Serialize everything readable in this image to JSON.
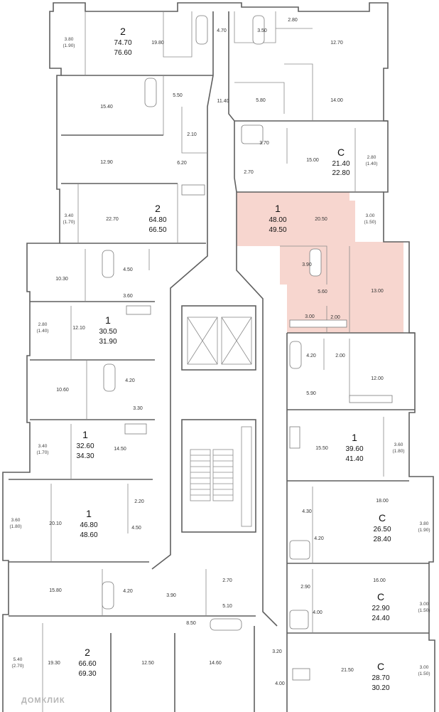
{
  "watermark": "ДОМКЛИК",
  "colors": {
    "highlight": "#f7d6cf",
    "walls": "#5f5f5f"
  },
  "apartments": [
    {
      "id": "a1",
      "rooms": "2",
      "total": "74.70",
      "total_with_balcony": "76.60"
    },
    {
      "id": "a2",
      "rooms": "2",
      "total": "64.80",
      "total_with_balcony": "66.50"
    },
    {
      "id": "a3",
      "rooms": "1",
      "total": "30.50",
      "total_with_balcony": "31.90"
    },
    {
      "id": "a4",
      "rooms": "1",
      "total": "32.60",
      "total_with_balcony": "34.30"
    },
    {
      "id": "a5",
      "rooms": "1",
      "total": "46.80",
      "total_with_balcony": "48.60"
    },
    {
      "id": "a6",
      "rooms": "2",
      "total": "66.60",
      "total_with_balcony": "69.30"
    },
    {
      "id": "a7",
      "rooms": "С",
      "total": "21.40",
      "total_with_balcony": "22.80"
    },
    {
      "id": "a8",
      "rooms": "1",
      "total": "48.00",
      "total_with_balcony": "49.50",
      "highlighted": true
    },
    {
      "id": "a9",
      "rooms": "1",
      "total": "39.60",
      "total_with_balcony": "41.40"
    },
    {
      "id": "a10",
      "rooms": "С",
      "total": "26.50",
      "total_with_balcony": "28.40"
    },
    {
      "id": "a11",
      "rooms": "С",
      "total": "22.90",
      "total_with_balcony": "24.40"
    },
    {
      "id": "a12",
      "rooms": "С",
      "total": "28.70",
      "total_with_balcony": "30.20"
    }
  ],
  "room_areas": [
    "19.80",
    "4.70",
    "3.50",
    "2.80",
    "12.70",
    "15.40",
    "5.50",
    "11.40",
    "5.80",
    "14.00",
    "2.10",
    "3.70",
    "15.00",
    "12.90",
    "6.20",
    "2.70",
    "22.70",
    "20.50",
    "3.90",
    "4.50",
    "10.30",
    "3.60",
    "5.60",
    "13.00",
    "12.10",
    "3.00",
    "2.00",
    "4.20",
    "2.00",
    "10.60",
    "4.20",
    "12.00",
    "5.90",
    "3.30",
    "14.50",
    "15.50",
    "2.20",
    "18.00",
    "20.10",
    "4.50",
    "4.30",
    "4.20",
    "15.80",
    "4.20",
    "3.90",
    "2.70",
    "16.00",
    "2.90",
    "5.10",
    "4.00",
    "8.50",
    "19.30",
    "12.50",
    "14.60",
    "3.20",
    "21.50",
    "4.00"
  ],
  "balconies": [
    {
      "area": "3.80",
      "reduced": "(1.90)"
    },
    {
      "area": "2.80",
      "reduced": "(1.40)"
    },
    {
      "area": "3.40",
      "reduced": "(1.70)"
    },
    {
      "area": "3.00",
      "reduced": "(1.50)"
    },
    {
      "area": "2.80",
      "reduced": "(1.40)"
    },
    {
      "area": "3.40",
      "reduced": "(1.70)"
    },
    {
      "area": "3.60",
      "reduced": "(1.80)"
    },
    {
      "area": "3.60",
      "reduced": "(1.80)"
    },
    {
      "area": "3.80",
      "reduced": "(1.90)"
    },
    {
      "area": "3.00",
      "reduced": "(1.50)"
    },
    {
      "area": "5.40",
      "reduced": "(2.70)"
    },
    {
      "area": "3.00",
      "reduced": "(1.50)"
    }
  ]
}
